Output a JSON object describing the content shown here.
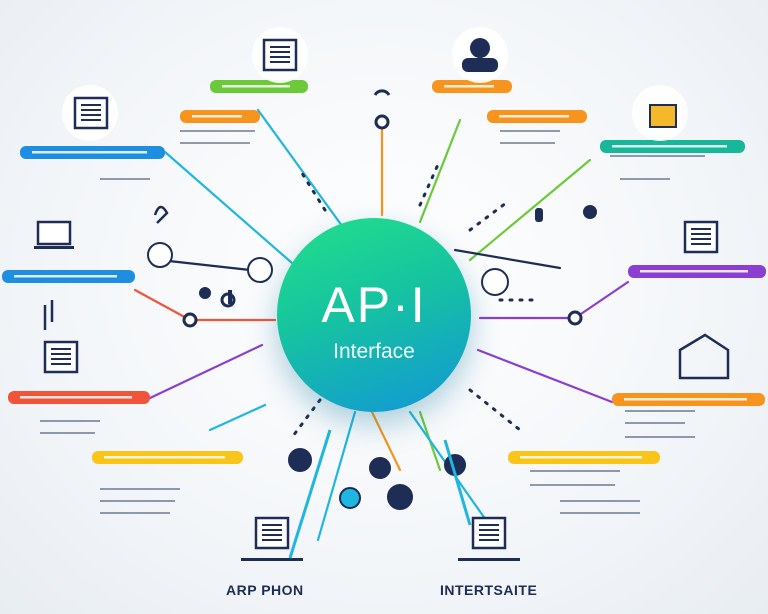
{
  "hub": {
    "title": "AP·I",
    "subtitle": "Interface",
    "gradient": [
      "#22e08a",
      "#1296d8"
    ]
  },
  "bottom_labels": {
    "left": "ARP PHON",
    "right": "INTERTSAITE"
  },
  "colors": {
    "ink": "#1e2d55",
    "blue": "#1e8fe0",
    "green": "#6cc93a",
    "orange": "#f7941d",
    "teal": "#18b79a",
    "purple": "#8a3fd1",
    "red": "#f0553a",
    "yellow": "#f9c51a",
    "cyan": "#1fb6e0"
  },
  "icons": [
    "document-icon",
    "user-icon",
    "lock-icon",
    "laptop-icon",
    "document-icon",
    "building-icon",
    "gear-icon",
    "cloud-icon",
    "phone-icon",
    "server-icon"
  ]
}
